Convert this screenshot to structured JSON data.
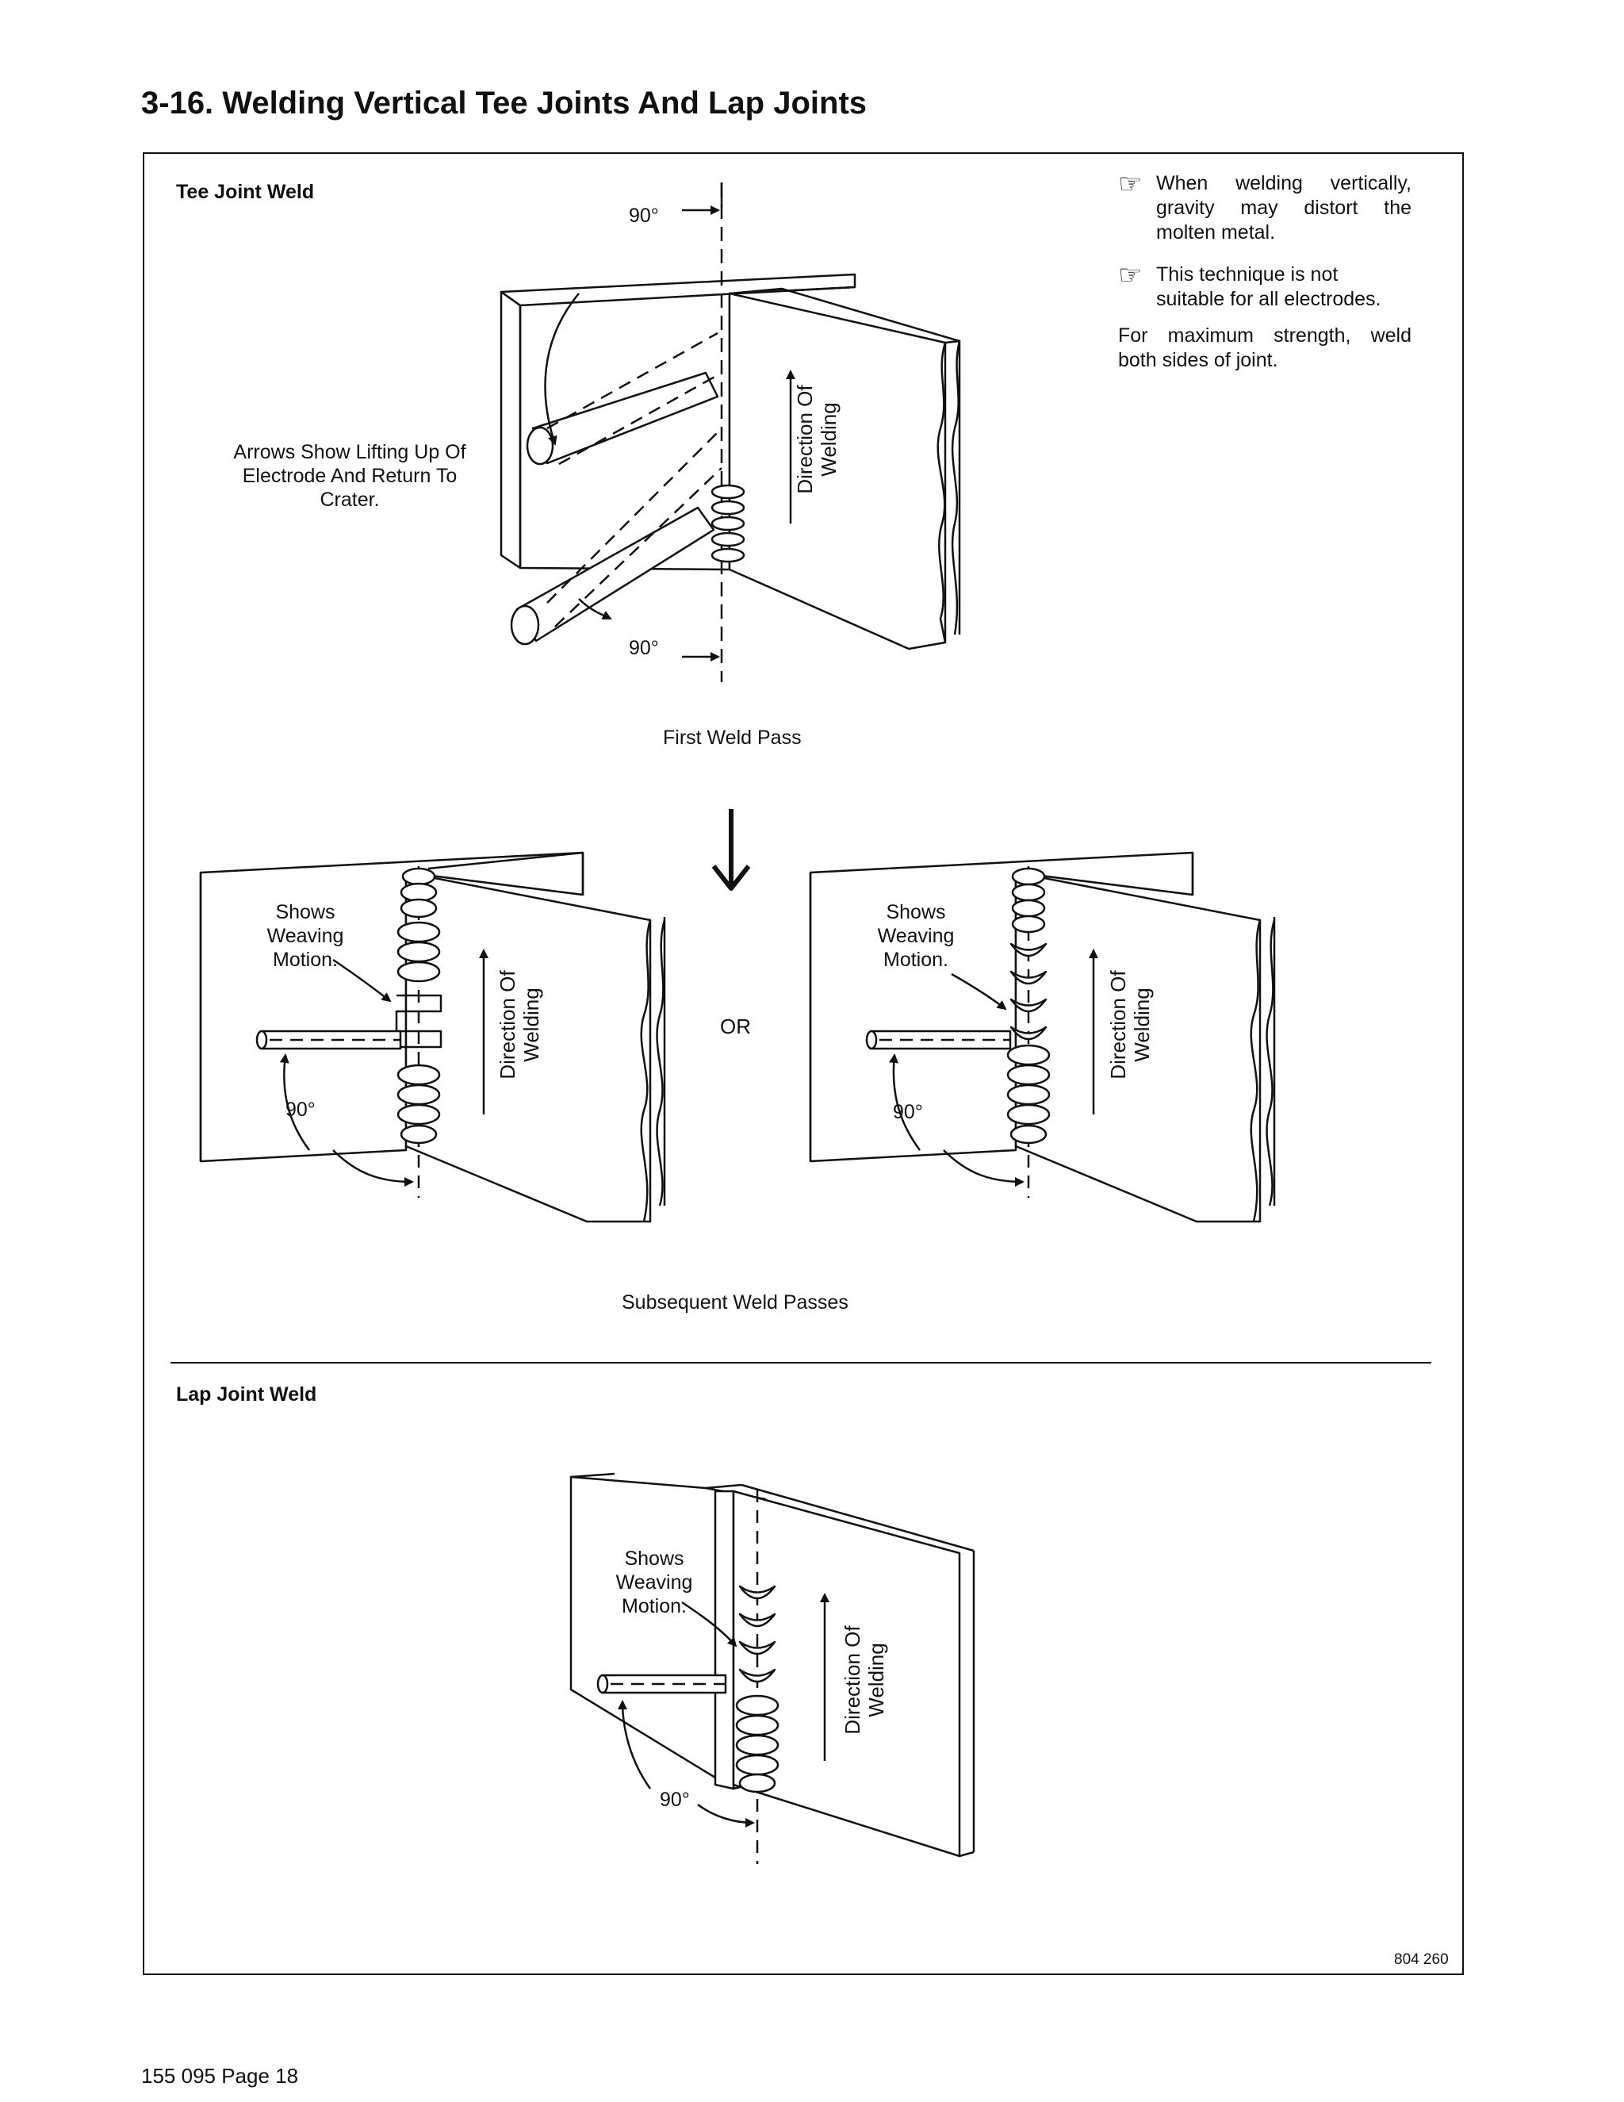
{
  "page": {
    "title": "3-16.  Welding Vertical Tee Joints And Lap Joints",
    "footer": "155 095 Page 18",
    "figure_number": "804 260"
  },
  "notes": {
    "note1": "When welding vertically, gravity may distort the molten metal.",
    "note2": "This technique is not suitable for all electrodes.",
    "note3": "For maximum strength, weld both sides of joint.",
    "pointer_icon": "pointing-hand-icon"
  },
  "tee": {
    "heading": "Tee Joint Weld",
    "angle_top": "90°",
    "angle_bottom": "90°",
    "arrows_caption": "Arrows Show Lifting Up Of Electrode And Return To Crater.",
    "direction": "Direction Of Welding",
    "first_pass_caption": "First Weld Pass",
    "left_weave": "Shows Weaving Motion.",
    "left_angle": "90°",
    "left_direction": "Direction Of Welding",
    "or_label": "OR",
    "right_weave": "Shows Weaving Motion.",
    "right_angle": "90°",
    "right_direction": "Direction Of Welding",
    "subsequent_caption": "Subsequent Weld Passes"
  },
  "lap": {
    "heading": "Lap Joint Weld",
    "weave": "Shows Weaving Motion.",
    "angle": "90°",
    "direction": "Direction Of Welding"
  }
}
